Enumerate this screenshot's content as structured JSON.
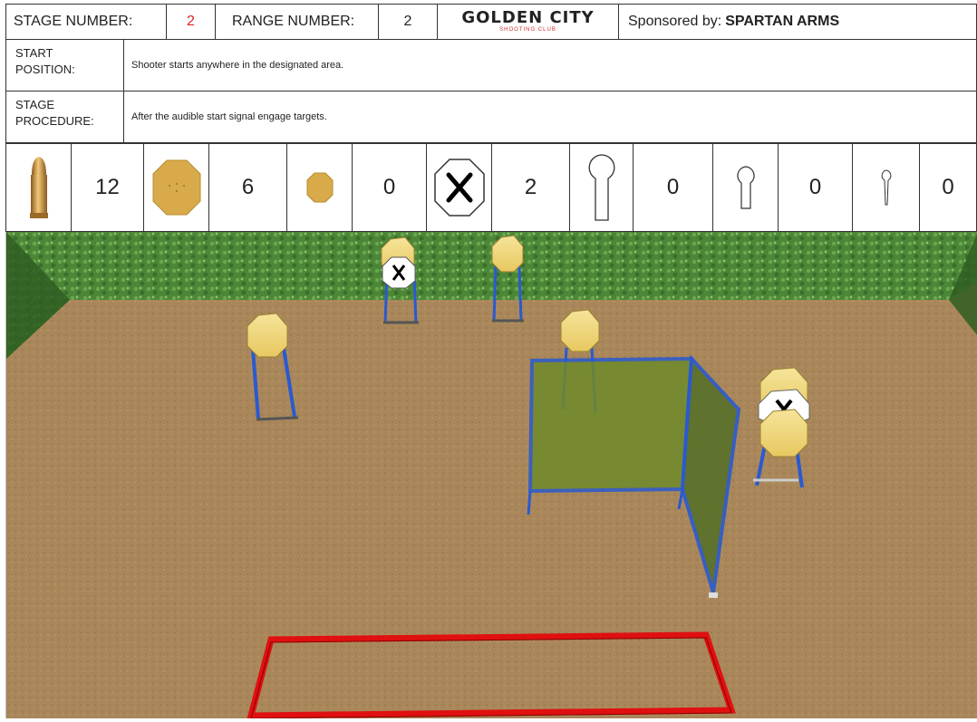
{
  "header": {
    "stage_label": "STAGE NUMBER:",
    "stage_value": "2",
    "range_label": "RANGE NUMBER:",
    "range_value": "2",
    "logo_main": "GOLDEN CITY",
    "logo_sub": "SHOOTING CLUB",
    "sponsor_label": "Sponsored by:",
    "sponsor_name": "SPARTAN ARMS"
  },
  "start": {
    "label_line1": "START",
    "label_line2": "POSITION:",
    "text": "Shooter starts anywhere in the designated area."
  },
  "procedure": {
    "label_line1": "STAGE",
    "label_line2": "PROCEDURE:",
    "text": "After the audible start signal engage targets."
  },
  "counts": {
    "rounds": "12",
    "large_plate": "6",
    "small_plate": "0",
    "no_shoot": "2",
    "large_keyhole": "0",
    "medium_keyhole": "0",
    "small_keyhole": "0"
  },
  "colors": {
    "stage_value": "#e02020",
    "plate_gold": "#d8aa4a",
    "frame_blue": "#2a5ad0",
    "shooting_box": "#e01010",
    "ground": "#a8865a",
    "hedge": "#4f8a3a",
    "barrier_green": "#6f8a2a"
  }
}
